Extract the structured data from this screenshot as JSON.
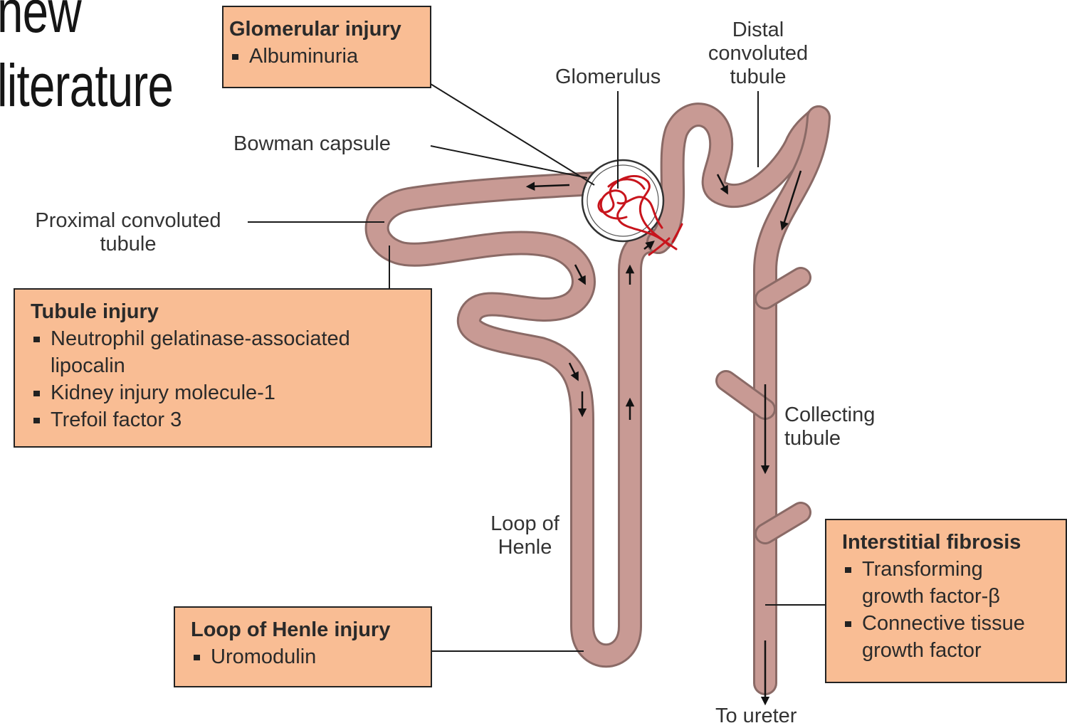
{
  "header": {
    "title_line1": "new",
    "title_line2": "literature"
  },
  "labels": {
    "glomerulus": "Glomerulus",
    "distal_1": "Distal",
    "distal_2": "convoluted",
    "distal_3": "tubule",
    "bowman": "Bowman capsule",
    "proximal_1": "Proximal convoluted",
    "proximal_2": "tubule",
    "collecting_1": "Collecting",
    "collecting_2": "tubule",
    "loop_1": "Loop of",
    "loop_2": "Henle",
    "ureter": "To ureter"
  },
  "boxes": {
    "glomerular": {
      "title": "Glomerular injury",
      "items": [
        "Albuminuria"
      ]
    },
    "tubule": {
      "title": "Tubule injury",
      "items": [
        "Neutrophil gelatinase-associated",
        "Kidney injury molecule-1",
        "Trefoil factor 3"
      ],
      "item1_cont": "lipocalin"
    },
    "loop": {
      "title": "Loop of Henle injury",
      "items": [
        "Uromodulin"
      ]
    },
    "interstitial": {
      "title": "Interstitial fibrosis",
      "items": [
        "Transforming",
        "Connective tissue"
      ],
      "item0_cont": "growth factor-β",
      "item1_cont": "growth factor"
    }
  },
  "colors": {
    "tubule_fill": "#c89a94",
    "tubule_outline": "#8a6a66",
    "capillary": "#c8141c",
    "box_fill": "#f9bd94"
  }
}
